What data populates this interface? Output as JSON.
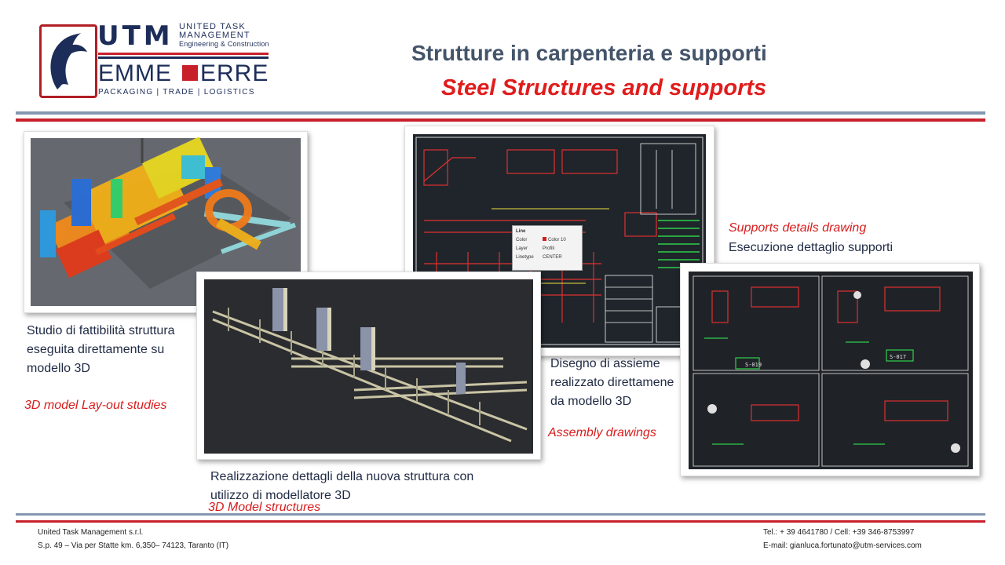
{
  "logo": {
    "brand": "UTM",
    "line1": "UNITED TASK",
    "line2": "MANAGEMENT",
    "line3": "Engineering & Construction",
    "emme": "EMME",
    "erre": "ERRE",
    "packaging": "PACKAGING  |  TRADE  |  LOGISTICS"
  },
  "title": {
    "it": "Strutture in carpenteria e supporti",
    "en": "Steel Structures and supports"
  },
  "captions": {
    "study_it": "Studio di fattibilità struttura eseguita direttamente su modello 3D",
    "study_en": "3D model Lay-out studies",
    "details_it": "Realizzazione dettagli della nuova struttura con utilizzo di modellatore 3D",
    "details_en": "3D Model structures",
    "assembly_it": "Disegno di assieme realizzato direttamene da modello 3D",
    "assembly_en": "Assembly drawings",
    "supports_en": "Supports details drawing",
    "supports_it": "Esecuzione dettaglio supporti"
  },
  "cad_popup": {
    "header": "Line",
    "rows": [
      {
        "k": "Color",
        "v": "Color 10"
      },
      {
        "k": "Layer",
        "v": "Profili"
      },
      {
        "k": "Linetype",
        "v": "CENTER"
      }
    ]
  },
  "detail_tags": {
    "tag1": "S-019",
    "tag2": "S-017"
  },
  "footer": {
    "company": "United Task Management s.r.l.",
    "address": "S.p. 49 – Via per Statte km. 6,350– 74123, Taranto (IT)",
    "tel": "Tel.: + 39 4641780 / Cell: +39 346-8753997",
    "email": "E-mail: gianluca.fortunato@utm-services.com"
  },
  "colors": {
    "red": "#c8202b",
    "navy": "#1d2d5a",
    "slate": "#44546a",
    "divider_gray": "#8497b0"
  }
}
